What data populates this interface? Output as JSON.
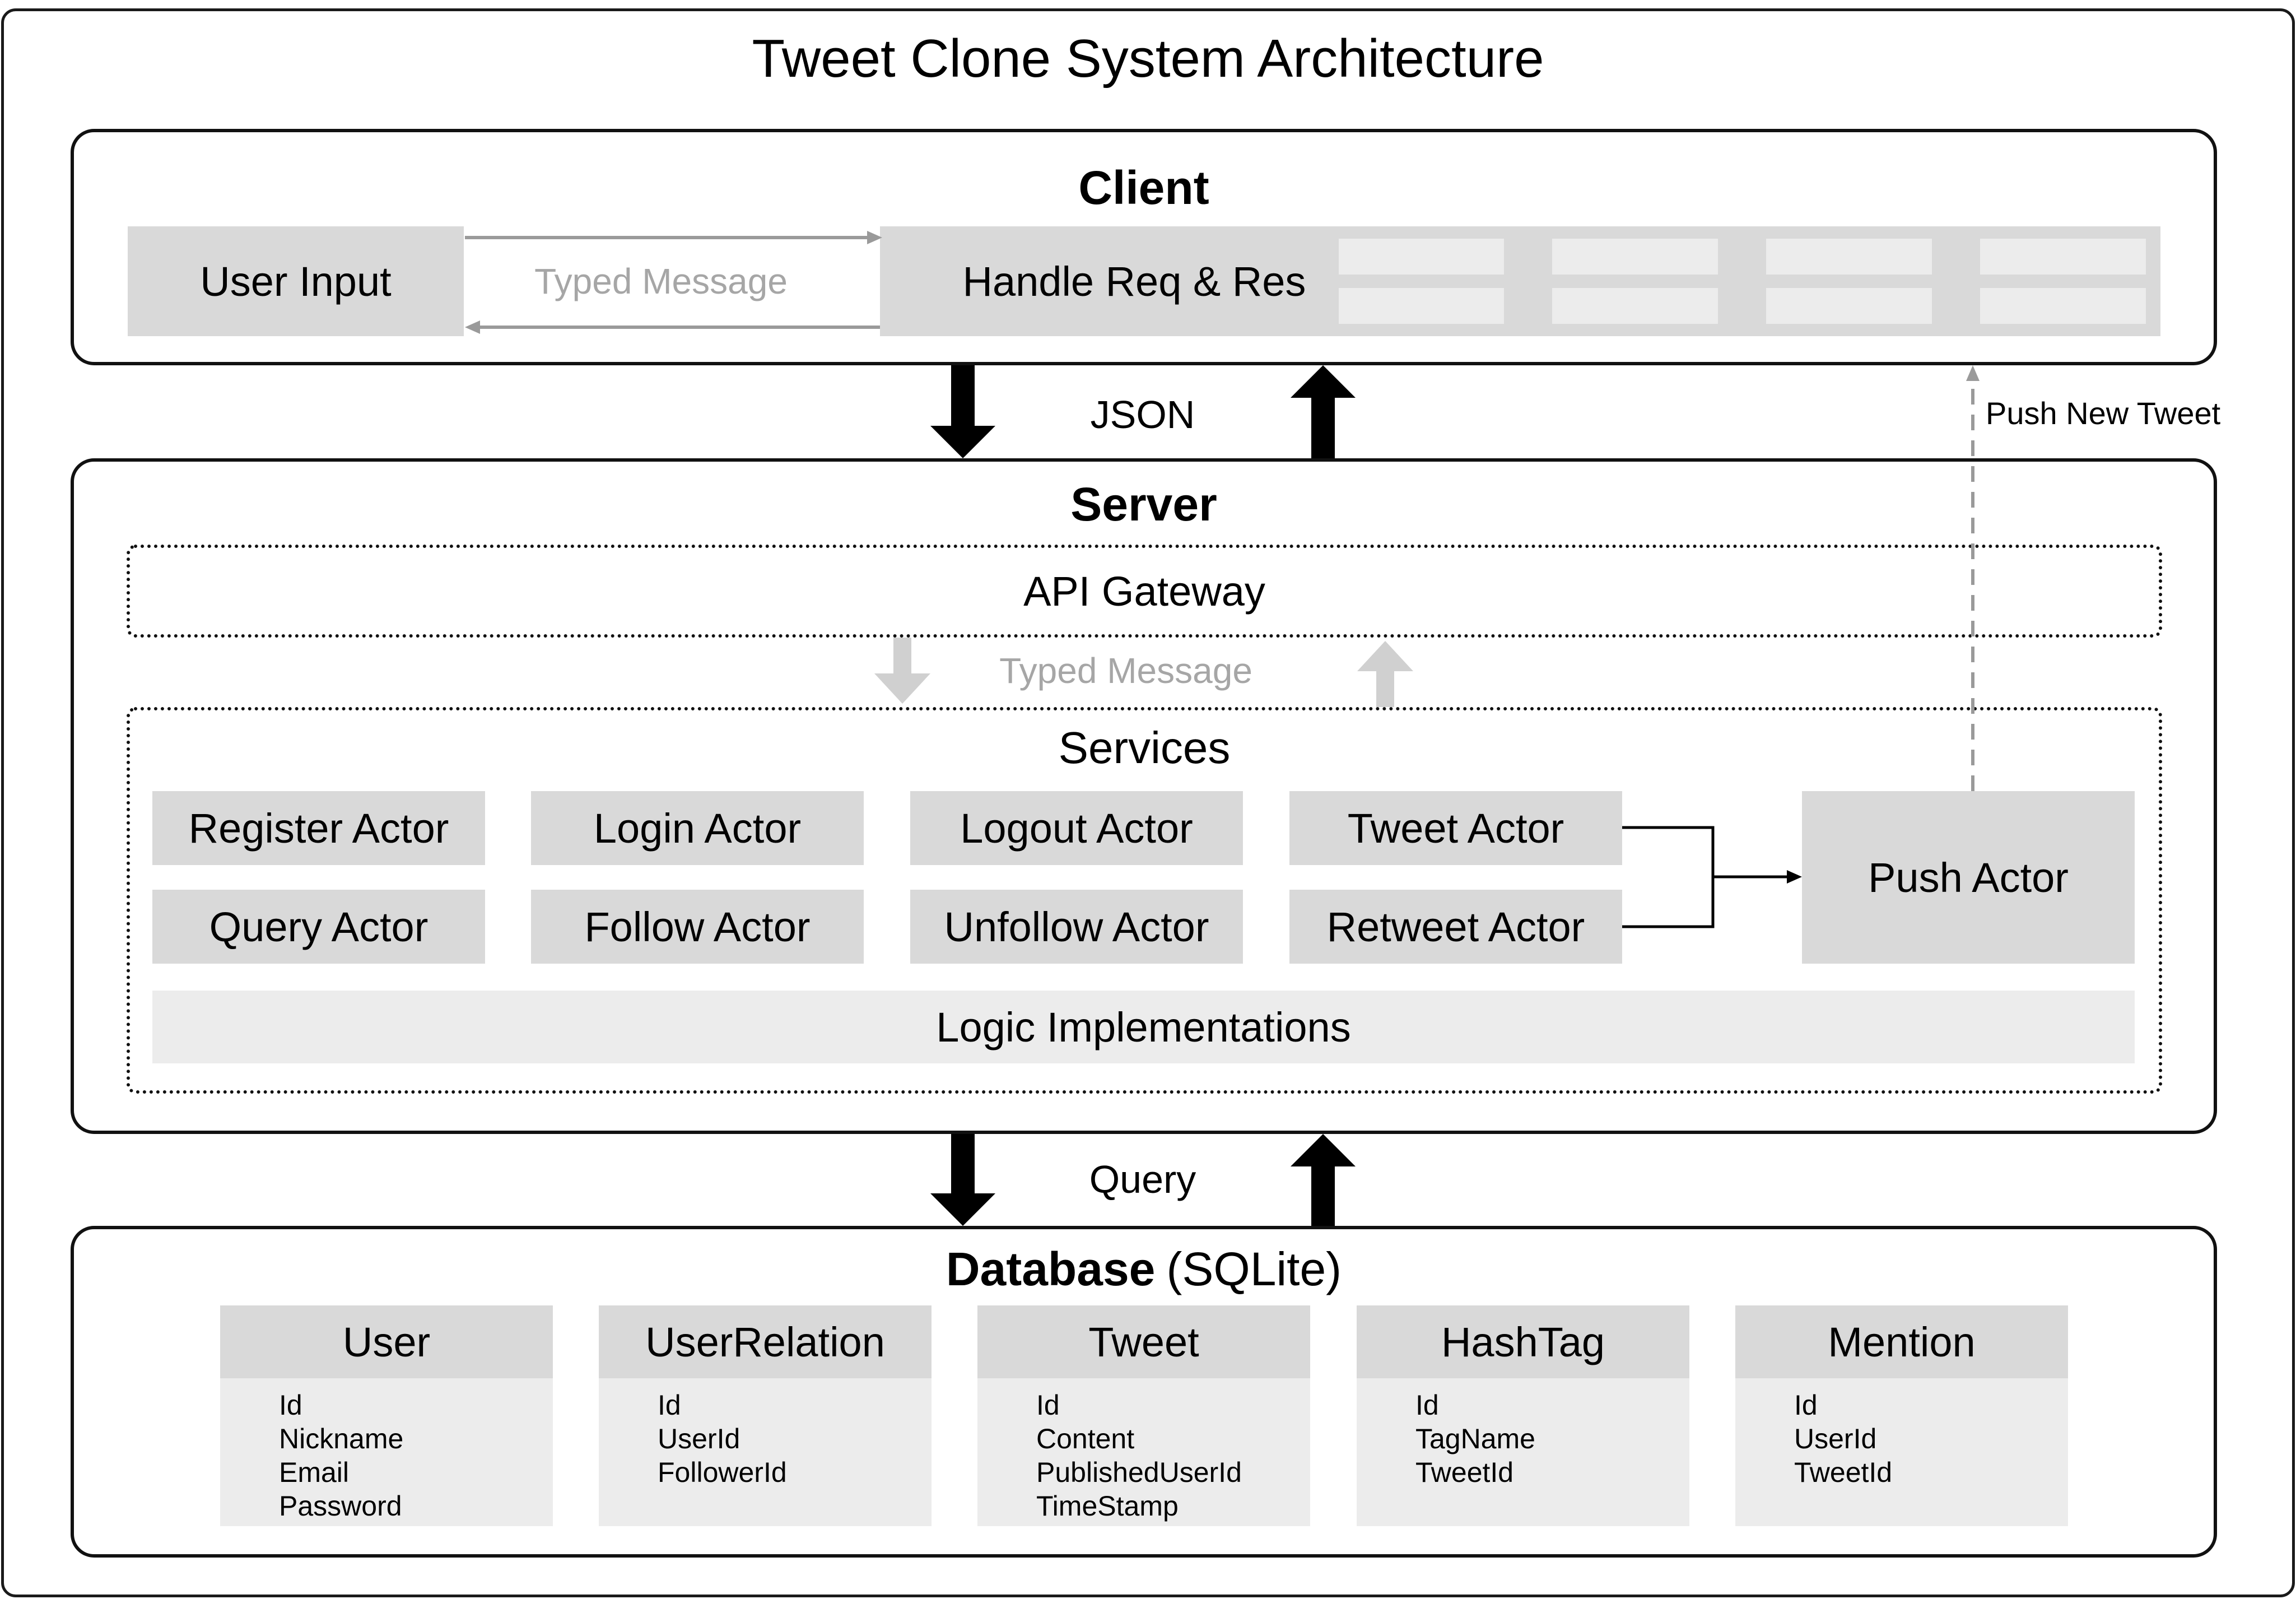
{
  "title": "Tweet Clone System Architecture",
  "client": {
    "heading": "Client",
    "user_input": "User Input",
    "typed_message": "Typed Message",
    "handler": "Handle Req & Res"
  },
  "links": {
    "client_server": "JSON",
    "push_new_tweet": "Push New Tweet",
    "server_database": "Query"
  },
  "server": {
    "heading": "Server",
    "api_gateway": "API Gateway",
    "typed_message": "Typed Message",
    "services_heading": "Services",
    "actors": [
      "Register Actor",
      "Login Actor",
      "Logout Actor",
      "Tweet Actor",
      "Query Actor",
      "Follow Actor",
      "Unfollow Actor",
      "Retweet Actor"
    ],
    "push_actor": "Push Actor",
    "logic": "Logic Implementations"
  },
  "database": {
    "heading": "Database",
    "engine": "(SQLite)",
    "tables": [
      {
        "name": "User",
        "fields": [
          "Id",
          "Nickname",
          "Email",
          "Password"
        ]
      },
      {
        "name": "UserRelation",
        "fields": [
          "Id",
          "UserId",
          "FollowerId"
        ]
      },
      {
        "name": "Tweet",
        "fields": [
          "Id",
          "Content",
          "PublishedUserId",
          "TimeStamp"
        ]
      },
      {
        "name": "HashTag",
        "fields": [
          "Id",
          "TagName",
          "TweetId"
        ]
      },
      {
        "name": "Mention",
        "fields": [
          "Id",
          "UserId",
          "TweetId"
        ]
      }
    ]
  },
  "colors": {
    "box_fill": "#d9d9d9",
    "light_fill": "#ececec",
    "muted_text": "#a6a6a6",
    "border": "#111111"
  }
}
